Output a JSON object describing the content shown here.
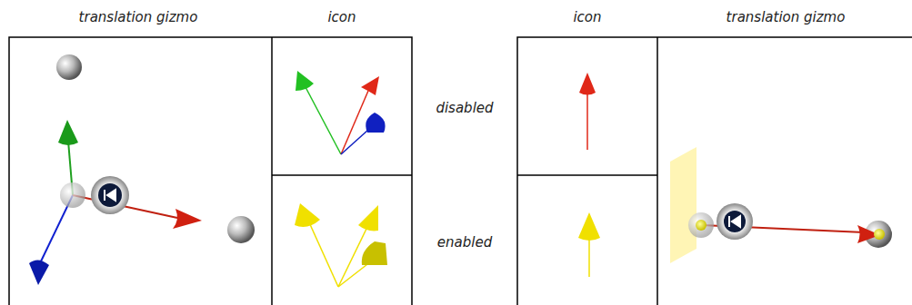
{
  "diagram": {
    "labels": [
      "translation gizmo",
      "icon",
      "disabled",
      "enabled",
      "icon",
      "translation gizmo"
    ]
  }
}
